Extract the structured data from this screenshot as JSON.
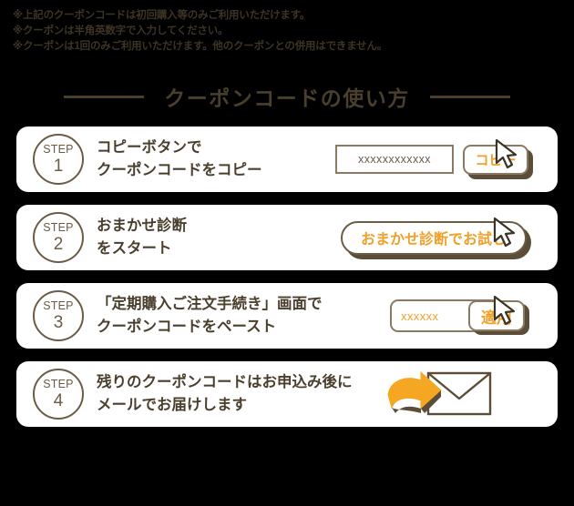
{
  "notes": [
    "※上記のクーポンコードは初回購入等のみご利用いただけます。",
    "※クーポンは半角英数字で入力してください。",
    "※クーポンは1回のみご利用いただけます。他のクーポンとの併用はできません。"
  ],
  "title": "クーポンコードの使い方",
  "colors": {
    "background": "#000000",
    "card": "#ffffff",
    "brown": "#4a3f2d",
    "brown_light": "#6b5c46",
    "border": "#8a7a63",
    "orange": "#f0a028",
    "shadow": "#5b4d38"
  },
  "steps": [
    {
      "badge_word": "STEP",
      "badge_number": "1",
      "line1": "コピーボタンで",
      "line2": "クーポンコードをコピー",
      "code_value": "xxxxxxxxxxxx",
      "button_label": "コピー",
      "cursor_icon": "mouse-cursor-icon"
    },
    {
      "badge_word": "STEP",
      "badge_number": "2",
      "line1": "おまかせ診断",
      "line2": "をスタート",
      "button_label": "おまかせ診断でお試し",
      "cursor_icon": "mouse-cursor-icon"
    },
    {
      "badge_word": "STEP",
      "badge_number": "3",
      "line1": "「定期購入ご注文手続き」画面で",
      "line2": "クーポンコードをペースト",
      "code_value": "xxxxxx",
      "button_label": "適用",
      "cursor_icon": "mouse-cursor-icon"
    },
    {
      "badge_word": "STEP",
      "badge_number": "4",
      "line1": "残りのクーポンコードはお申込み後に",
      "line2": "メールでお届けします",
      "icon": "envelope-with-arrow-icon"
    }
  ]
}
